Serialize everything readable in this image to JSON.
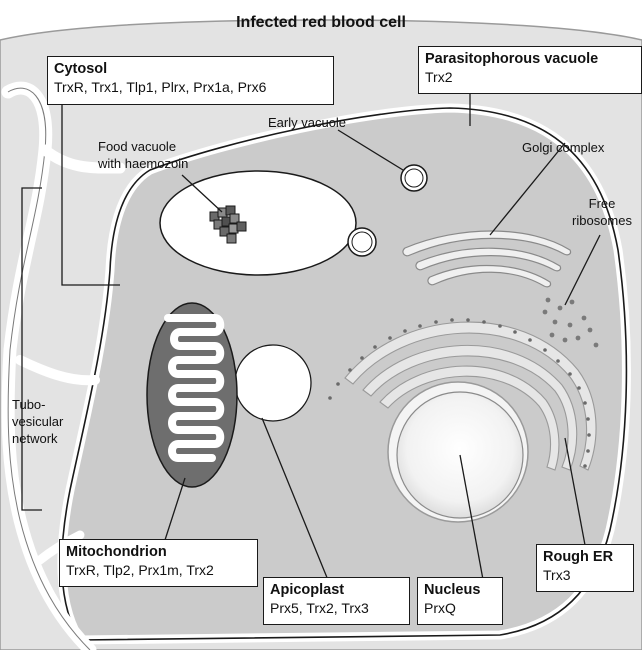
{
  "title": "Infected red blood cell",
  "compartments": {
    "cytosol": {
      "name": "Cytosol",
      "proteins": "TrxR, Trx1, Tlp1, Plrx, Prx1a, Prx6"
    },
    "vacuole": {
      "name": "Parasitophorous vacuole",
      "proteins": "Trx2"
    },
    "mito": {
      "name": "Mitochondrion",
      "proteins": "TrxR, Tlp2, Prx1m, Trx2"
    },
    "apico": {
      "name": "Apicoplast",
      "proteins": "Prx5, Trx2, Trx3"
    },
    "nucleus": {
      "name": "Nucleus",
      "proteins": "PrxQ"
    },
    "rer": {
      "name": "Rough ER",
      "proteins": "Trx3"
    }
  },
  "structures": {
    "food_line1": "Food vacuole",
    "food_line2": "with haemozoin",
    "early": "Early vacuole",
    "golgi": "Golgi complex",
    "ribo_line1": "Free",
    "ribo_line2": "ribosomes",
    "tvn_line1": "Tubo-",
    "tvn_line2": "vesicular",
    "tvn_line3": "network"
  },
  "colors": {
    "rbc_fill": "#e3e3e3",
    "parasite_fill": "#cbcbcb",
    "mito_fill": "#6e6e6e",
    "er_fill": "#d9d9d9",
    "line": "#1a1a1a"
  }
}
